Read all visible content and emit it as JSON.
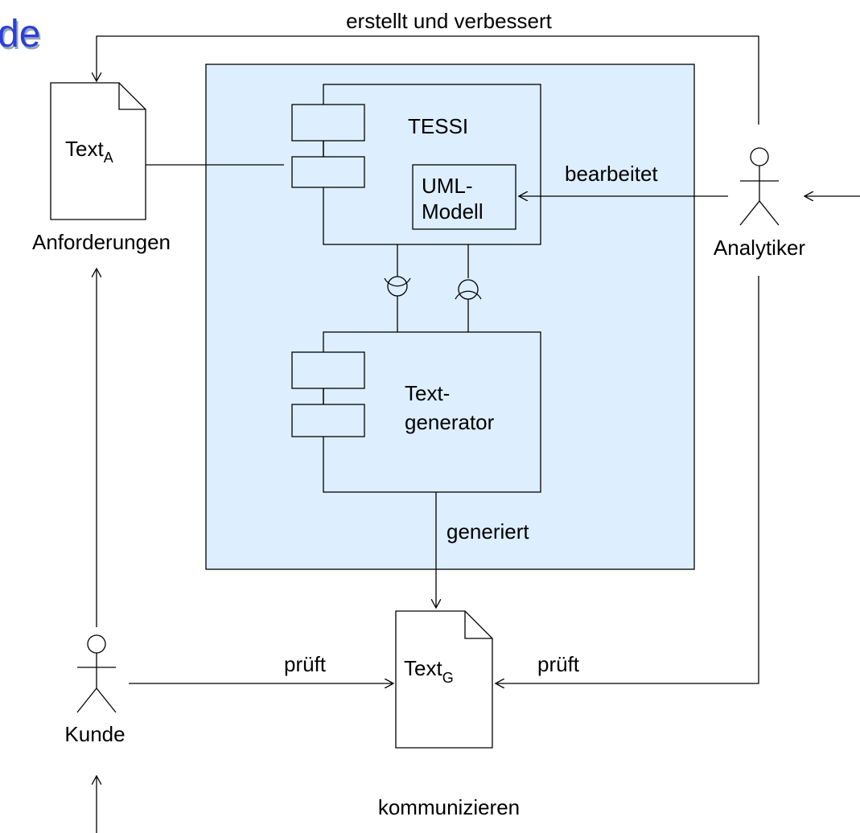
{
  "title_fragment": "de",
  "colors": {
    "system_fill": "#ddeeff",
    "title_blue": "#2a3fd8",
    "title_shadow": "#9aa7b8"
  },
  "labels": {
    "top_edge": "erstellt und verbessert",
    "system_component": "TESSI",
    "uml_line1": "UML-",
    "uml_line2": "Modell",
    "bearbeitet": "bearbeitet",
    "generator_line1": "Text-",
    "generator_line2": "generator",
    "generiert": "generiert",
    "prueft_kunde": "prüft",
    "prueft_analytiker": "prüft",
    "kommunizieren": "kommunizieren"
  },
  "documents": {
    "requirements": {
      "base": "Text",
      "subscript": "A",
      "caption": "Anforderungen"
    },
    "generated": {
      "base": "Text",
      "subscript": "G"
    }
  },
  "actors": {
    "analyst": "Analytiker",
    "customer": "Kunde"
  }
}
